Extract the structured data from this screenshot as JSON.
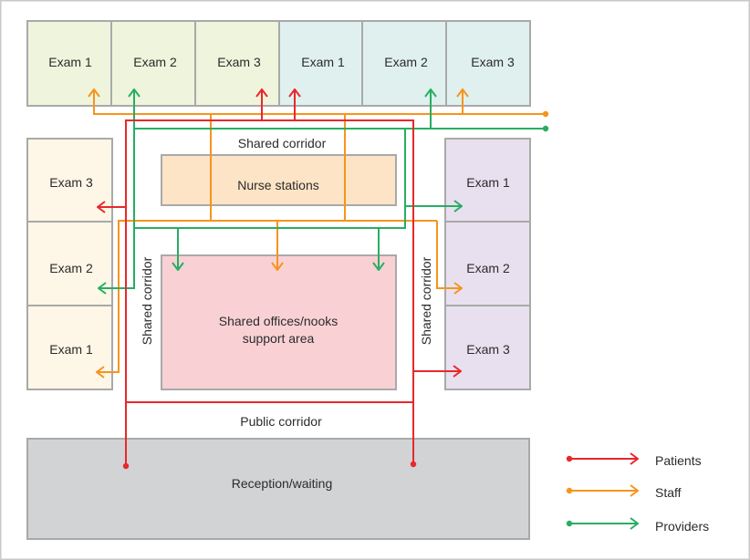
{
  "rooms": {
    "top_left_pod": {
      "fill": "#eff4dc",
      "exams": [
        "Exam 1",
        "Exam 2",
        "Exam 3"
      ]
    },
    "top_right_pod": {
      "fill": "#dff0ef",
      "exams": [
        "Exam 1",
        "Exam 2",
        "Exam 3"
      ]
    },
    "left_pod": {
      "fill": "#fef6e7",
      "exams": [
        "Exam 3",
        "Exam 2",
        "Exam 1"
      ]
    },
    "right_pod": {
      "fill": "#e8e0ee",
      "exams": [
        "Exam 1",
        "Exam 2",
        "Exam 3"
      ]
    }
  },
  "areas": {
    "nurse_stations": {
      "label": "Nurse stations",
      "fill": "#fde4c6"
    },
    "shared_offices": {
      "line1": "Shared offices/nooks",
      "line2": "support area",
      "fill": "#f9d1d5"
    },
    "reception": {
      "label": "Reception/waiting",
      "fill": "#d2d3d5"
    }
  },
  "corridors": {
    "top": "Shared corridor",
    "left": "Shared corridor",
    "right": "Shared corridor",
    "public": "Public corridor"
  },
  "legend": [
    {
      "label": "Patients",
      "color": "#e8282b"
    },
    {
      "label": "Staff",
      "color": "#f7941d"
    },
    {
      "label": "Providers",
      "color": "#27ae63"
    }
  ]
}
